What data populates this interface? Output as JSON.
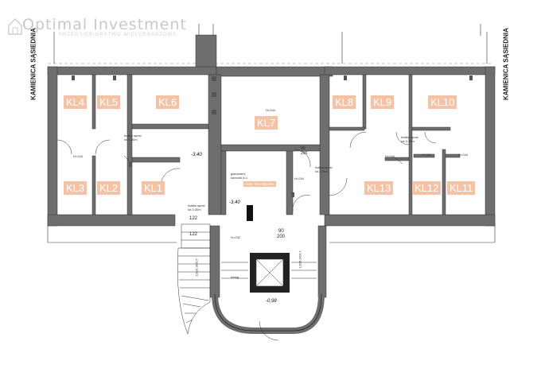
{
  "logo": {
    "title": "Optimal Investment",
    "subtitle": "PRZEDSIĘBIORSTWO WIELOBRANŻOWE"
  },
  "side_labels": {
    "left": "KAMIENICA SĄSIEDNIA",
    "right": "KAMIENICA SĄSIEDNIA"
  },
  "rooms": [
    {
      "id": "kl4",
      "label": "KL4"
    },
    {
      "id": "kl5",
      "label": "KL5"
    },
    {
      "id": "kl6",
      "label": "KL6"
    },
    {
      "id": "kl7",
      "label": "KL7"
    },
    {
      "id": "kl8",
      "label": "KL8"
    },
    {
      "id": "kl9",
      "label": "KL9"
    },
    {
      "id": "kl10",
      "label": "KL10"
    },
    {
      "id": "kl3",
      "label": "KL3"
    },
    {
      "id": "kl2",
      "label": "KL2"
    },
    {
      "id": "kl1",
      "label": "KL1"
    },
    {
      "id": "kl13",
      "label": "KL13"
    },
    {
      "id": "kl12",
      "label": "KL12"
    },
    {
      "id": "kl11",
      "label": "KL11"
    }
  ],
  "tech_room": {
    "label": "POM. TECHNICZNE"
  },
  "levels": {
    "a": "-3,40",
    "b": "-3,40",
    "c": "-0,98"
  },
  "dims": {
    "d1": "122",
    "d2": "122",
    "door_main_top": "90",
    "door_main_bottom": "200",
    "door_side_top": "90",
    "door_side_bottom": "200"
  },
  "notes": {
    "kratka_left": "kratka spust\nna 3,30m",
    "kratka_mid": "kratka spust\nna 3,30m",
    "kratka_right1": "kratka spust\nna 3,30m",
    "kratka_right2": "kratka spust\nna 3,30m",
    "h244_a": "H=244",
    "h244_b": "H=244",
    "h244_c": "H=244",
    "h244_d": "H=244",
    "h244_e": "H=244",
    "h244_f": "H=244",
    "h232": "H=232",
    "gas": "gazomierz\nkomórki d.o.",
    "stair_l": "12/16,3/25,5",
    "stair_r": "12/16,3/24,7",
    "elevator": "dźwig"
  },
  "colors": {
    "wall": "#6e6e6e",
    "tag": "#f5c2a6",
    "line": "#222222"
  }
}
